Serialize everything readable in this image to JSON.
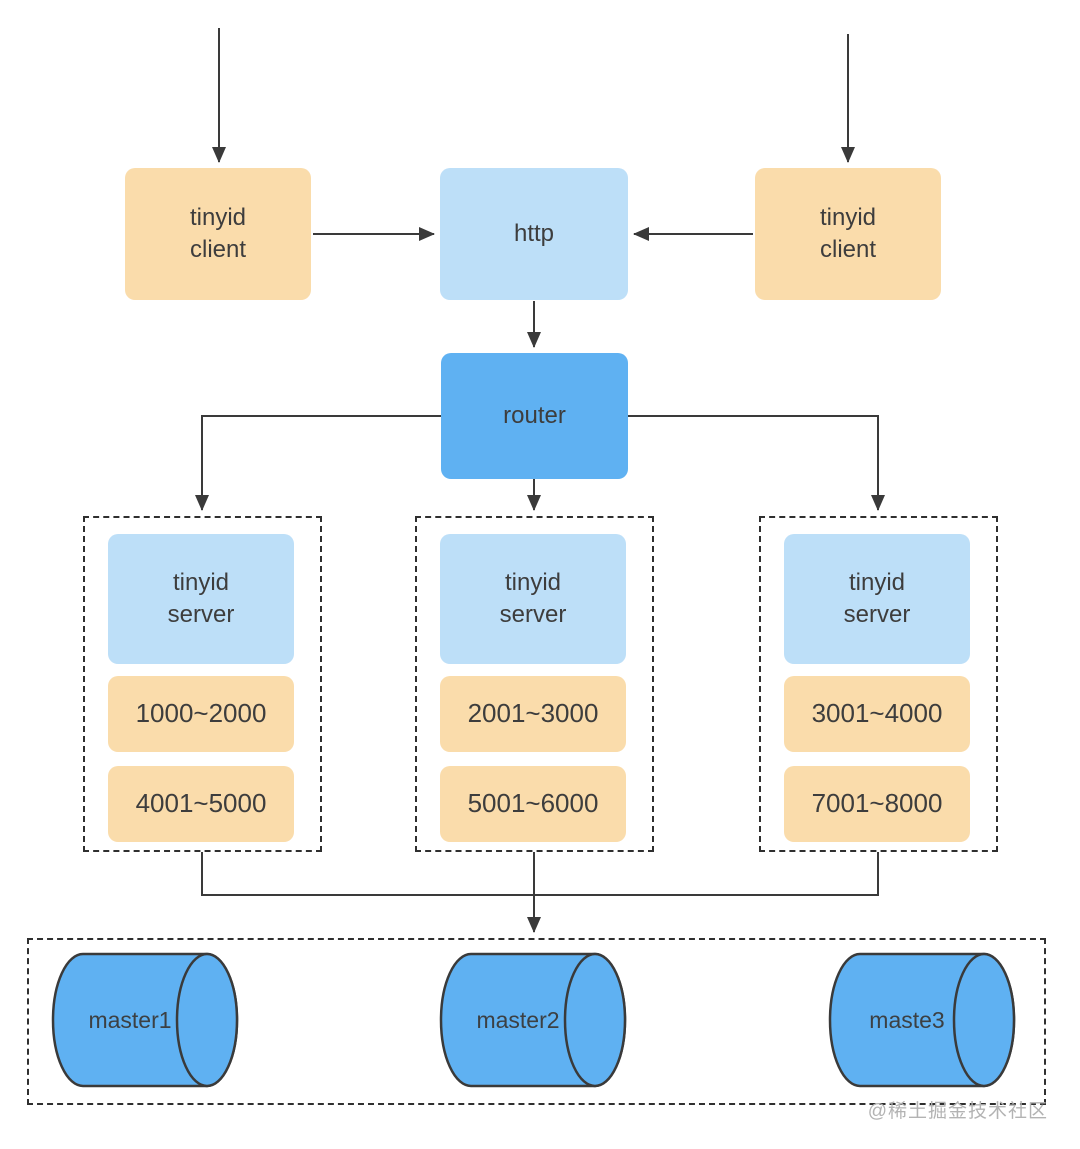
{
  "diagram": {
    "title_hint": "tinyid architecture",
    "clients": {
      "left": {
        "label": "tinyid\nclient"
      },
      "right": {
        "label": "tinyid\nclient"
      }
    },
    "http": {
      "label": "http"
    },
    "router": {
      "label": "router"
    },
    "server_groups": [
      {
        "server": "tinyid\nserver",
        "range1": "1000~2000",
        "range2": "4001~5000"
      },
      {
        "server": "tinyid\nserver",
        "range1": "2001~3000",
        "range2": "5001~6000"
      },
      {
        "server": "tinyid\nserver",
        "range1": "3001~4000",
        "range2": "7001~8000"
      }
    ],
    "masters": [
      {
        "label": "master1"
      },
      {
        "label": "master2"
      },
      {
        "label": "maste3"
      }
    ],
    "edges": [
      {
        "from": "external",
        "to": "client-left"
      },
      {
        "from": "external",
        "to": "client-right"
      },
      {
        "from": "client-left",
        "to": "http"
      },
      {
        "from": "client-right",
        "to": "http"
      },
      {
        "from": "http",
        "to": "router"
      },
      {
        "from": "router",
        "to": "server-group-1"
      },
      {
        "from": "router",
        "to": "server-group-2"
      },
      {
        "from": "router",
        "to": "server-group-3"
      },
      {
        "from": "server-groups",
        "to": "masters-db"
      }
    ],
    "colors": {
      "client_fill": "#FADCAB",
      "http_fill": "#BDDFF8",
      "router_fill": "#5FB1F2",
      "server_fill": "#BDDFF8",
      "range_fill": "#FADCAB",
      "cylinder_fill": "#5FB1F2",
      "line": "#3a3a3a",
      "text": "#3d3d3d",
      "watermark": "#b3b3b3"
    },
    "watermark": "@稀土掘金技术社区"
  }
}
